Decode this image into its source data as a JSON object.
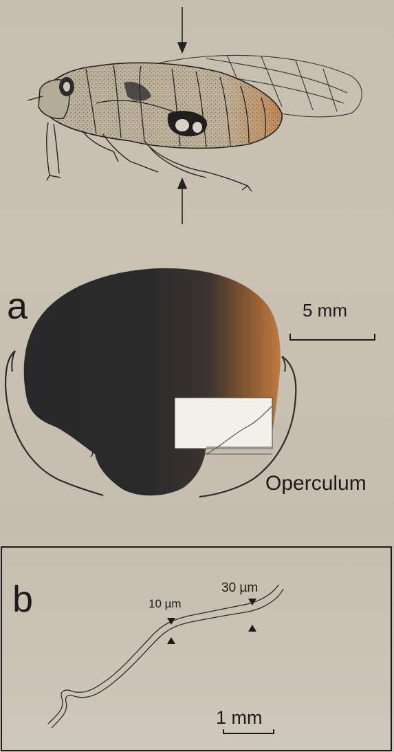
{
  "panels": {
    "a": {
      "letter": "a",
      "scale_bar": "5 mm",
      "structure_label": "Operculum"
    },
    "b": {
      "letter": "b",
      "scale_bar": "1 mm",
      "thickness_labels": [
        "10 µm",
        "30 µm"
      ]
    }
  },
  "colors": {
    "ink": "#1b1b1b",
    "paper": "#c8c0b0",
    "tymbal_dark": "#2a2a2c",
    "tymbal_warm": "#b07a45"
  },
  "icons": [
    "down-arrow-icon",
    "up-arrow-icon",
    "arrowhead-icon"
  ]
}
